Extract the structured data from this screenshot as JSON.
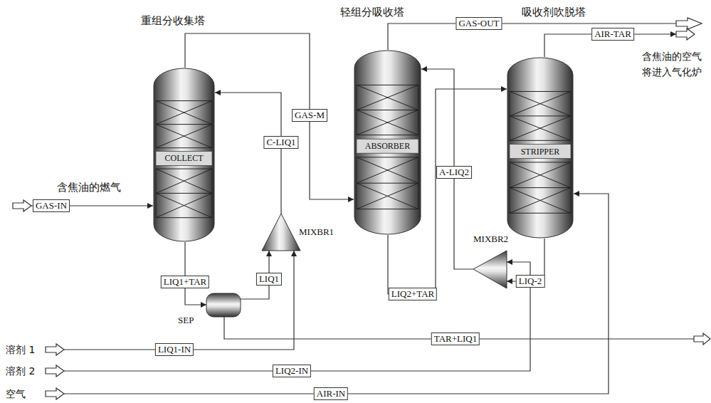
{
  "diagram": {
    "nodes": [
      {
        "text": [
          "COLLECT"
        ]
      },
      {
        "text": [
          "ABSORBER"
        ]
      },
      {
        "text": [
          "STRIPPER"
        ]
      },
      {
        "text": [
          "SEP"
        ]
      },
      {
        "text": [
          "MIXBR1"
        ]
      },
      {
        "text": [
          "MIXBR2"
        ]
      },
      {
        "text": [
          "溶剂 1"
        ]
      },
      {
        "text": [
          "溶剂 2"
        ]
      },
      {
        "text": [
          "空气"
        ]
      },
      {
        "text": [
          "含焦油的燃气"
        ]
      },
      {
        "text": [
          "含焦油的空气 将进入气化炉"
        ]
      }
    ],
    "edges": [
      {
        "from": 9,
        "to": 0,
        "label": "GAS-IN",
        "arrow": "to"
      },
      {
        "from": 0,
        "to": 3,
        "label": "LIQ1+TAR",
        "arrow": "to"
      },
      {
        "from": 3,
        "to": 4,
        "label": "LIQ1",
        "arrow": "to"
      },
      {
        "from": 6,
        "to": 4,
        "label": "LIQ1-IN",
        "arrow": "to"
      },
      {
        "from": 4,
        "to": 0,
        "label": "C-LIQ1",
        "arrow": "to"
      },
      {
        "from": 0,
        "to": 1,
        "label": "GAS-M",
        "arrow": "to"
      },
      {
        "from": 1,
        "to": 2,
        "label": "LIQ2+TAR",
        "arrow": "to"
      },
      {
        "from": 2,
        "to": 5,
        "label": "LIQ-2",
        "arrow": "to"
      },
      {
        "from": 7,
        "to": 5,
        "label": "LIQ2-IN",
        "arrow": "to"
      },
      {
        "from": 5,
        "to": 1,
        "label": "A-LIQ2",
        "arrow": "to"
      },
      {
        "from": 8,
        "to": 2,
        "label": "AIR-IN",
        "arrow": "to"
      },
      {
        "from": 2,
        "to": 10,
        "label": "AIR-TAR",
        "arrow": "to"
      }
    ],
    "labels": [
      "重组分收集塔",
      "轻组分吸收塔",
      "吸收剂吹脱塔",
      "GAS-OUT",
      "TAR+LIQ1"
    ]
  }
}
